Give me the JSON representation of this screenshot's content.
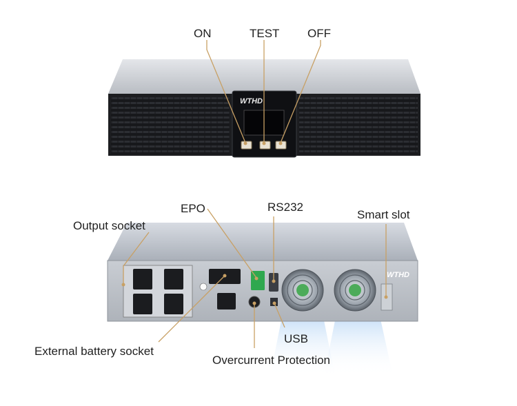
{
  "brand": "WTHD",
  "colors": {
    "callout_line": "#c8a064",
    "chassis_dark": "#1c1d20",
    "chassis_silver": "#c9ccd1",
    "terminal_green": "#2fa84f",
    "airflow_blue": "#8fc0f0"
  },
  "front_labels": {
    "on": "ON",
    "test": "TEST",
    "off": "OFF"
  },
  "rear_labels": {
    "epo": "EPO",
    "rs232": "RS232",
    "smart_slot": "Smart slot",
    "output_socket": "Output socket",
    "external_battery_socket": "External battery socket",
    "usb": "USB",
    "overcurrent_protection": "Overcurrent Protection"
  }
}
